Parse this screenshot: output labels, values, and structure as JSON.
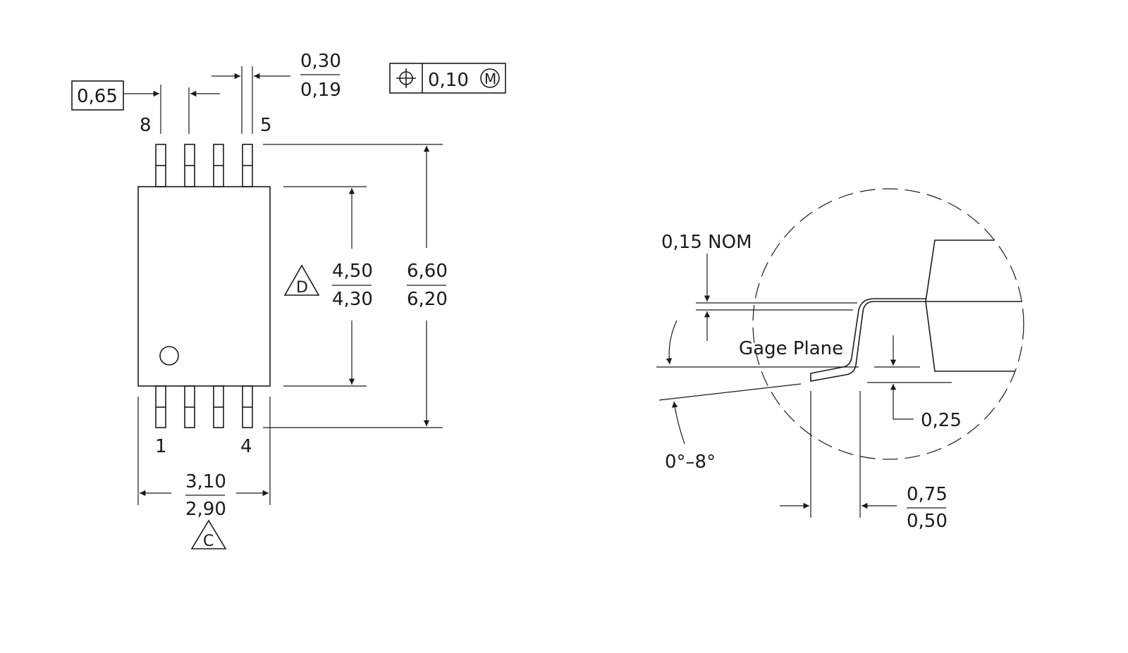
{
  "drawing": {
    "pitch": "0,65",
    "lead_width": {
      "max": "0,30",
      "min": "0,19"
    },
    "position_tolerance": {
      "value": "0,10",
      "modifier": "M"
    },
    "pin_labels": {
      "top_left": "8",
      "top_right": "5",
      "bottom_left": "1",
      "bottom_right": "4"
    },
    "body_width": {
      "max": "4,50",
      "min": "4,30",
      "note": "D"
    },
    "overall_width": {
      "max": "6,60",
      "min": "6,20"
    },
    "body_length": {
      "max": "3,10",
      "min": "2,90",
      "note": "C"
    },
    "detail": {
      "standoff": "0,15 NOM",
      "gage_plane_label": "Gage Plane",
      "gage_height": "0,25",
      "angle": "0°–8°",
      "foot_length": {
        "max": "0,75",
        "min": "0,50"
      }
    }
  }
}
